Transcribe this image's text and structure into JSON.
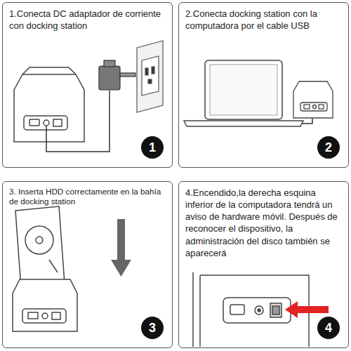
{
  "diagram": {
    "nodes": [
      {
        "text": [
          "1.Conecta DC adaptador de corriente con docking station"
        ]
      },
      {
        "text": [
          "1"
        ],
        "in": 0
      },
      {
        "text": [
          "2.Conecta docking station con la computadora por el cable USB"
        ]
      },
      {
        "text": [
          "2"
        ],
        "in": 2
      },
      {
        "text": [
          "3. Inserta HDD correctamente en la bahía de docking station"
        ]
      },
      {
        "text": [
          "3"
        ],
        "in": 4
      },
      {
        "text": [
          "4.Encendido,la derecha esquina inferior de la computadora tendrá un aviso de hardware móvil. Después de reconocer el dispositivo, la administración del disco también se aparecerá"
        ]
      },
      {
        "text": [
          "4"
        ],
        "in": 6
      }
    ]
  }
}
